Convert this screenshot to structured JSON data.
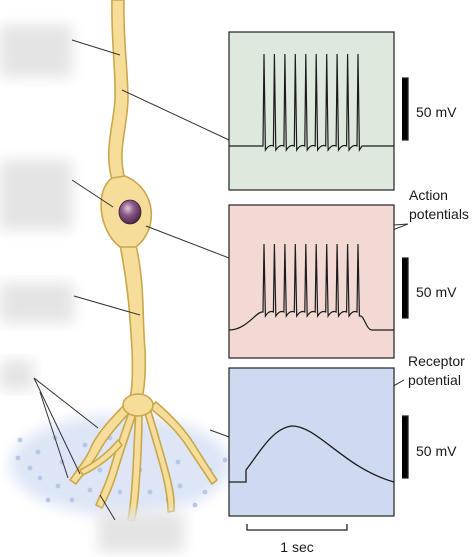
{
  "labels": {
    "action_line1": "Action",
    "action_line2": "potentials",
    "receptor_line1": "Receptor",
    "receptor_line2": "potential"
  },
  "scale_bars": {
    "voltage": "50 mV",
    "time": "1 sec"
  },
  "colors": {
    "neuron_fill": "#f6de9a",
    "neuron_stroke": "#c9a74c",
    "nucleus": "#8a5a86",
    "panel_top": "#dde9dc",
    "panel_middle": "#f3d9d3",
    "panel_bottom": "#cfdaf1",
    "trace": "#1c1c1c",
    "stimulus_dots": "#b6c7ea"
  },
  "panels": [
    {
      "name": "axon-recording",
      "spikes": 10
    },
    {
      "name": "soma-recording",
      "spikes": 10
    },
    {
      "name": "dendrite-recording",
      "spikes": 0
    }
  ]
}
